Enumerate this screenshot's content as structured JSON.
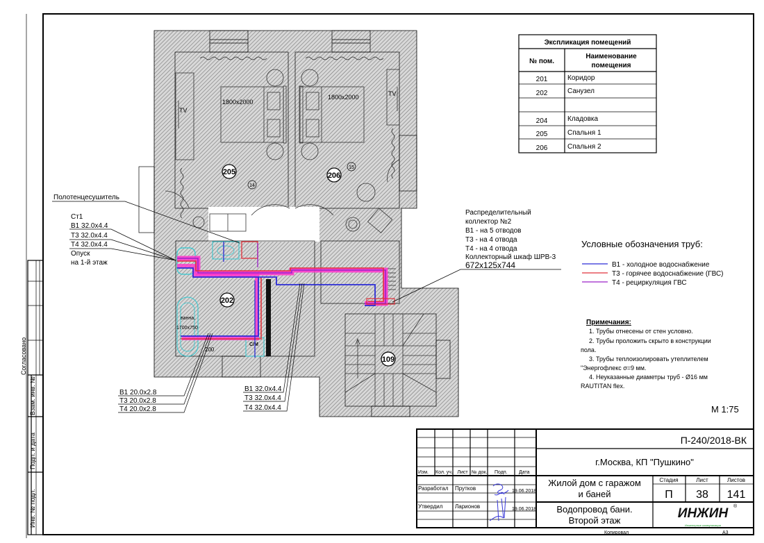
{
  "drawing": {
    "rooms": {
      "r205": "205",
      "r206": "206",
      "r202": "202",
      "r109": "109",
      "n14": "14",
      "n15": "15"
    },
    "furniture": {
      "bed1": "1800x2000",
      "bed2": "1800x2000",
      "bath1": "ванна,",
      "bath2": "1700x750",
      "bath_dim": "200",
      "wm": "С/М",
      "tv1": "TV",
      "tv2": "TV"
    },
    "callouts": {
      "towel": "Полотенцесушитель",
      "riser": [
        "Ст1",
        "В1 32.0х4.4",
        "Т3 32.0х4.4",
        "Т4 32.0х4.4",
        "Опуск",
        "на 1-й этаж"
      ],
      "bath_pipes": [
        "В1 20.0х2.8",
        "Т3 20.0х2.8",
        "Т4 20.0х2.8"
      ],
      "main_pipes": [
        "В1 32.0х4.4",
        "Т3 32.0х4.4",
        "Т4 32.0х4.4"
      ],
      "collector": [
        "Распределительный",
        "коллектор №2",
        "В1 - на 5 отводов",
        "Т3 - на 4 отвода",
        "Т4 - на 4 отвода",
        "Коллекторный шкаф ШРВ-3",
        "672х125х744"
      ]
    }
  },
  "explication": {
    "title": "Экспликация помещений",
    "headers": [
      "№ пом.",
      "Наименование",
      "помещения"
    ],
    "rows": [
      {
        "num": "201",
        "name": "Коридор"
      },
      {
        "num": "202",
        "name": "Санузел"
      },
      {
        "num": "",
        "name": ""
      },
      {
        "num": "204",
        "name": "Кладовка"
      },
      {
        "num": "205",
        "name": "Спальня 1"
      },
      {
        "num": "206",
        "name": "Спальня 2"
      }
    ]
  },
  "legend": {
    "title": "Условные обозначения  труб:",
    "items": [
      {
        "label": "В1 - холодное водоснабжение",
        "color": "#2b2bd6"
      },
      {
        "label": "Т3 - горячее водоснабжение (ГВС)",
        "color": "#e0303a"
      },
      {
        "label": "Т4 - рециркуляция ГВС",
        "color": "#9a22c8"
      }
    ]
  },
  "notes": {
    "title": "Примечания:",
    "lines": [
      "1.    Трубы отнесены от стен условно.",
      "2.    Трубы проложить скрыто в конструкции",
      "пола.",
      "3.    Трубы теплоизолировать утеплителем",
      "\"Энергофлекс σ=9 мм.",
      "4.    Неуказанные диаметры труб - Ø16 мм",
      "RAUTITAN flex."
    ]
  },
  "scale": "М 1:75",
  "title_block": {
    "code": "П-240/2018-ВК",
    "location": "г.Москва, КП \"Пушкино\"",
    "object1": "Жилой дом с гаражом",
    "object2": "и баней",
    "sheet1": "Водопровод бани.",
    "sheet2": "Второй этаж",
    "cols": [
      "Изм.",
      "Кол. уч.",
      "Лист",
      "№ док.",
      "Подп.",
      "Дата"
    ],
    "stage_h": "Стадия",
    "sheet_h": "Лист",
    "sheets_h": "Листов",
    "stage": "П",
    "sheet": "38",
    "sheets": "141",
    "dev_role": "Разработал",
    "dev_name": "Прутков",
    "dev_date": "19.06.2018",
    "app_role": "Утвердил",
    "app_name": "Ларионов",
    "app_date": "19.06.2018",
    "logo": "ИНЖИН",
    "logo_sub": "Инженерные коммуникации",
    "copied": "Копировал",
    "format": "А3"
  },
  "side_stamp": [
    "Согласовано",
    "Взам. инв. №",
    "Подп. и дата",
    "Инв. № подл."
  ],
  "colors": {
    "cold": "#2b2bd6",
    "hot": "#e0303a",
    "recirc": "#9a22c8",
    "insul": "#ff33cc",
    "fixture": "#2ec7d0",
    "logo": "#1a9a2a"
  }
}
